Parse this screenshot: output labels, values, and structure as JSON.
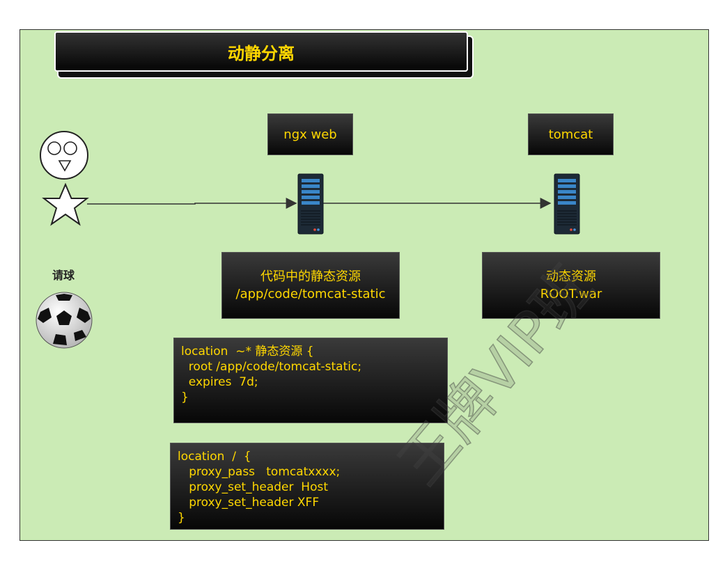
{
  "title": "动静分离",
  "nodes": {
    "nginx_label": "ngx web",
    "tomcat_label": "tomcat"
  },
  "client": {
    "label": "请球"
  },
  "static_box": {
    "line1": "代码中的静态资源",
    "line2": "/app/code/tomcat-static"
  },
  "dynamic_box": {
    "line1": "动态资源",
    "line2": "ROOT.war"
  },
  "static_config": [
    "location  ~* 静态资源 {",
    "  root /app/code/tomcat-static;",
    "  expires  7d;",
    "}"
  ],
  "proxy_config": [
    "location  /  {",
    "   proxy_pass   tomcatxxxx;",
    "   proxy_set_header  Host",
    "   proxy_set_header XFF",
    "}"
  ],
  "watermark": "王牌VIP班",
  "colors": {
    "canvas_bg": "#cbebb5",
    "box_text": "#ffd700",
    "box_bg": "#111111"
  }
}
